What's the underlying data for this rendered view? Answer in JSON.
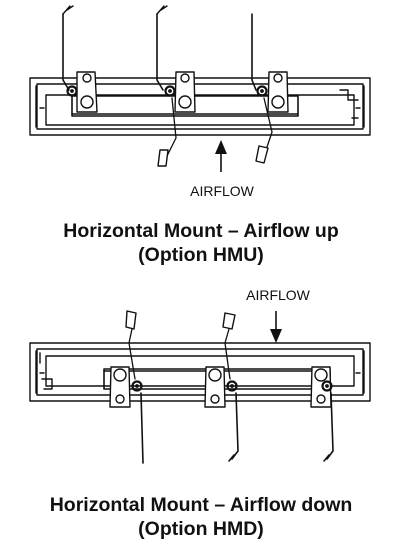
{
  "figures": [
    {
      "id": "hmu",
      "airflow_label": "AIRFLOW",
      "airflow_direction": "up",
      "caption_line1": "Horizontal Mount – Airflow up",
      "caption_line2": "(Option HMU)"
    },
    {
      "id": "hmd",
      "airflow_label": "AIRFLOW",
      "airflow_direction": "down",
      "caption_line1": "Horizontal Mount – Airflow down",
      "caption_line2": "(Option HMD)"
    }
  ],
  "colors": {
    "line": "#111111",
    "background": "#ffffff"
  }
}
